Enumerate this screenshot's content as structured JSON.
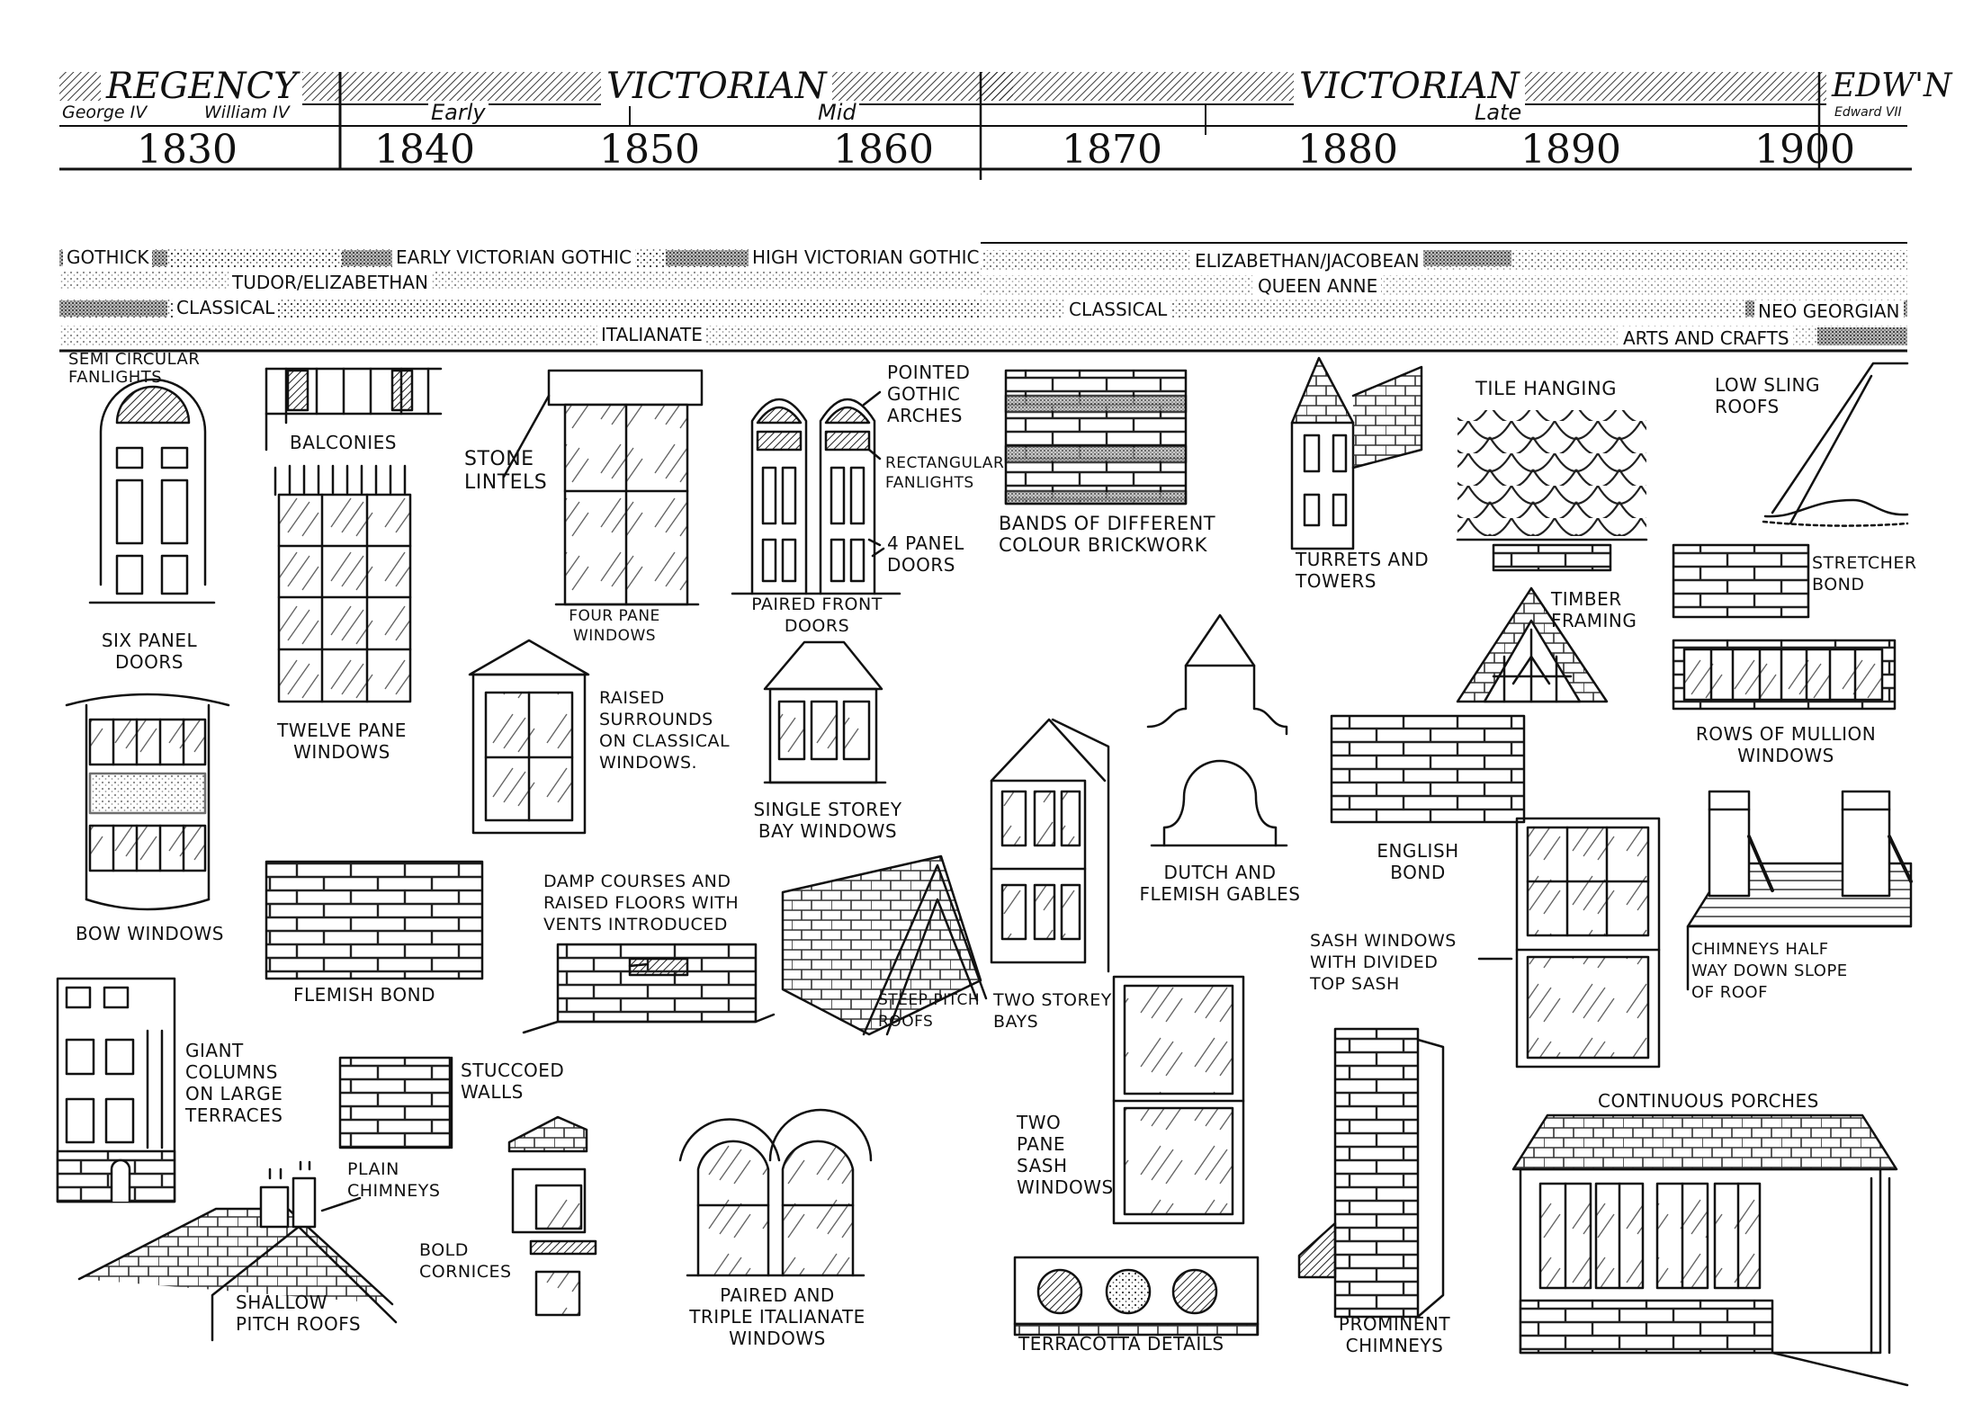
{
  "timeline": {
    "eras": [
      {
        "name": "regency",
        "label": "REGENCY"
      },
      {
        "name": "victorian-1",
        "label": "VICTORIAN"
      },
      {
        "name": "victorian-2",
        "label": "VICTORIAN"
      },
      {
        "name": "edwardian",
        "label": "EDW'N"
      }
    ],
    "reigns": {
      "george": "George IV",
      "william": "William IV",
      "edward": "Edward VII"
    },
    "phases": {
      "early": "Early",
      "mid": "Mid",
      "late": "Late"
    },
    "years": [
      "1830",
      "1840",
      "1850",
      "1860",
      "1870",
      "1880",
      "1890",
      "1900"
    ]
  },
  "styles": {
    "gothick": "GOTHICK",
    "early_victorian_gothic": "EARLY VICTORIAN GOTHIC",
    "high_victorian_gothic": "HIGH VICTORIAN GOTHIC",
    "tudor_elizabethan": "TUDOR/ELIZABETHAN",
    "classical_1": "CLASSICAL",
    "italianate": "ITALIANATE",
    "elizabethan_jacobean": "ELIZABETHAN/JACOBEAN",
    "queen_anne": "QUEEN ANNE",
    "classical_2": "CLASSICAL",
    "neo_georgian": "NEO GEORGIAN",
    "arts_and_crafts": "ARTS AND CRAFTS"
  },
  "features": {
    "semi_circular_fanlights": "SEMI CIRCULAR\nFANLIGHTS",
    "six_panel_doors": "SIX PANEL\nDOORS",
    "balconies": "BALCONIES",
    "twelve_pane_windows": "TWELVE PANE\nWINDOWS",
    "stone_lintels": "STONE\nLINTELS",
    "four_pane_windows": "FOUR PANE\nWINDOWS",
    "pointed_gothic_arches": "POINTED\nGOTHIC\nARCHES",
    "rectangular_fanlights": "RECTANGULAR\nFANLIGHTS",
    "four_panel_doors": "4 PANEL\nDOORS",
    "paired_front_doors": "PAIRED FRONT\nDOORS",
    "bands_brickwork": "BANDS OF DIFFERENT\nCOLOUR BRICKWORK",
    "turrets_towers": "TURRETS AND\nTOWERS",
    "tile_hanging": "TILE HANGING",
    "low_sling_roofs": "LOW SLING\nROOFS",
    "stretcher_bond": "STRETCHER\nBOND",
    "timber_framing": "TIMBER\nFRAMING",
    "rows_mullion_windows": "ROWS OF MULLION\nWINDOWS",
    "raised_surrounds": "RAISED\nSURROUNDS\nON CLASSICAL\nWINDOWS.",
    "single_storey_bay": "SINGLE STOREY\nBAY WINDOWS",
    "dutch_flemish_gables": "DUTCH AND\nFLEMISH GABLES",
    "english_bond": "ENGLISH\nBOND",
    "bow_windows": "BOW WINDOWS",
    "flemish_bond": "FLEMISH BOND",
    "damp_courses": "DAMP COURSES AND\nRAISED FLOORS WITH\nVENTS INTRODUCED",
    "steep_pitch_roofs": "STEEP PITCH\nROOFS",
    "two_storey_bays": "TWO STOREY\nBAYS",
    "sash_divided_top": "SASH WINDOWS\nWITH DIVIDED\nTOP SASH",
    "chimneys_half_way": "CHIMNEYS HALF\nWAY DOWN SLOPE\nOF ROOF",
    "giant_columns": "GIANT\nCOLUMNS\nON LARGE\nTERRACES",
    "stuccoed_walls": "STUCCOED\nWALLS",
    "plain_chimneys": "PLAIN\nCHIMNEYS",
    "bold_cornices": "BOLD\nCORNICES",
    "shallow_pitch_roofs": "SHALLOW\nPITCH ROOFS",
    "paired_triple_italianate": "PAIRED AND\nTRIPLE ITALIANATE\nWINDOWS",
    "two_pane_sash": "TWO\nPANE\nSASH\nWINDOWS",
    "terracotta_details": "TERRACOTTA DETAILS",
    "prominent_chimneys": "PROMINENT\nCHIMNEYS",
    "continuous_porches": "CONTINUOUS PORCHES"
  }
}
